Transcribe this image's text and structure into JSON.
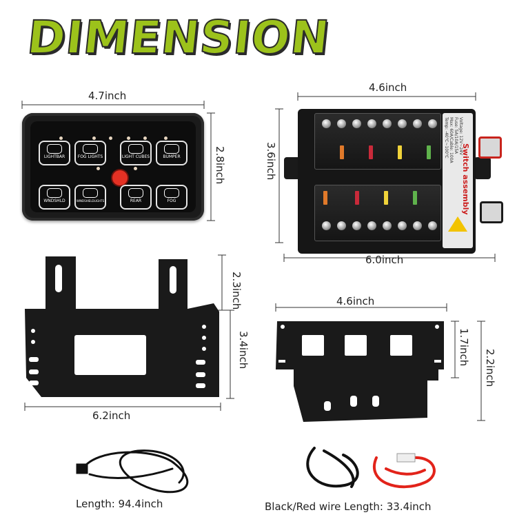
{
  "title": "DIMENSION",
  "panel": {
    "width_label": "4.7inch",
    "height_label": "2.8inch",
    "buttons": [
      {
        "label": "LIGHTBAR",
        "icon": "headlight-icon"
      },
      {
        "label": "FOG LIGHTS",
        "icon": "fog-lights-icon"
      },
      {
        "label": "LIGHT CUBES",
        "icon": "light-cubes-icon"
      },
      {
        "label": "BUMPER",
        "icon": "bumper-light-icon"
      },
      {
        "label": "WNDSHLD",
        "icon": "windshield-light-icon"
      },
      {
        "label": "WINDSHIELDLIGHTS",
        "icon": "windshield-bar-icon"
      },
      {
        "label": "REAR",
        "icon": "rear-light-icon"
      },
      {
        "label": "FOG",
        "icon": "fog-icon"
      }
    ]
  },
  "switch_box": {
    "top_width_label": "4.6inch",
    "bottom_width_label": "6.0inch",
    "height_label": "3.6inch",
    "side_title": "Switch assembly",
    "spec_lines": [
      "Voltage: 12V~24V",
      "Fuse: 5A/10A/15A",
      "Max: 60A/Cable: 100A",
      "Temp: -40℃~100℃"
    ],
    "fuse_colors": [
      "#e0792a",
      "#c92a3a",
      "#f0d33a",
      "#5fb24c"
    ]
  },
  "bracket_a": {
    "upper_height_label": "2.3inch",
    "lower_height_label": "3.4inch",
    "width_label": "6.2inch"
  },
  "bracket_b": {
    "width_label": "4.6inch",
    "inner_height_label": "1.7inch",
    "outer_height_label": "2.2inch"
  },
  "cables": {
    "harness_length": "Length:  94.4inch",
    "power_wire_length": "Black/Red wire Length: 33.4inch"
  },
  "colors": {
    "title_fill": "#9cc21b",
    "outline": "#2b2b2b",
    "panel_body": "#1b1b1b",
    "red_button": "#e53124",
    "red_wire": "#e2231a"
  }
}
